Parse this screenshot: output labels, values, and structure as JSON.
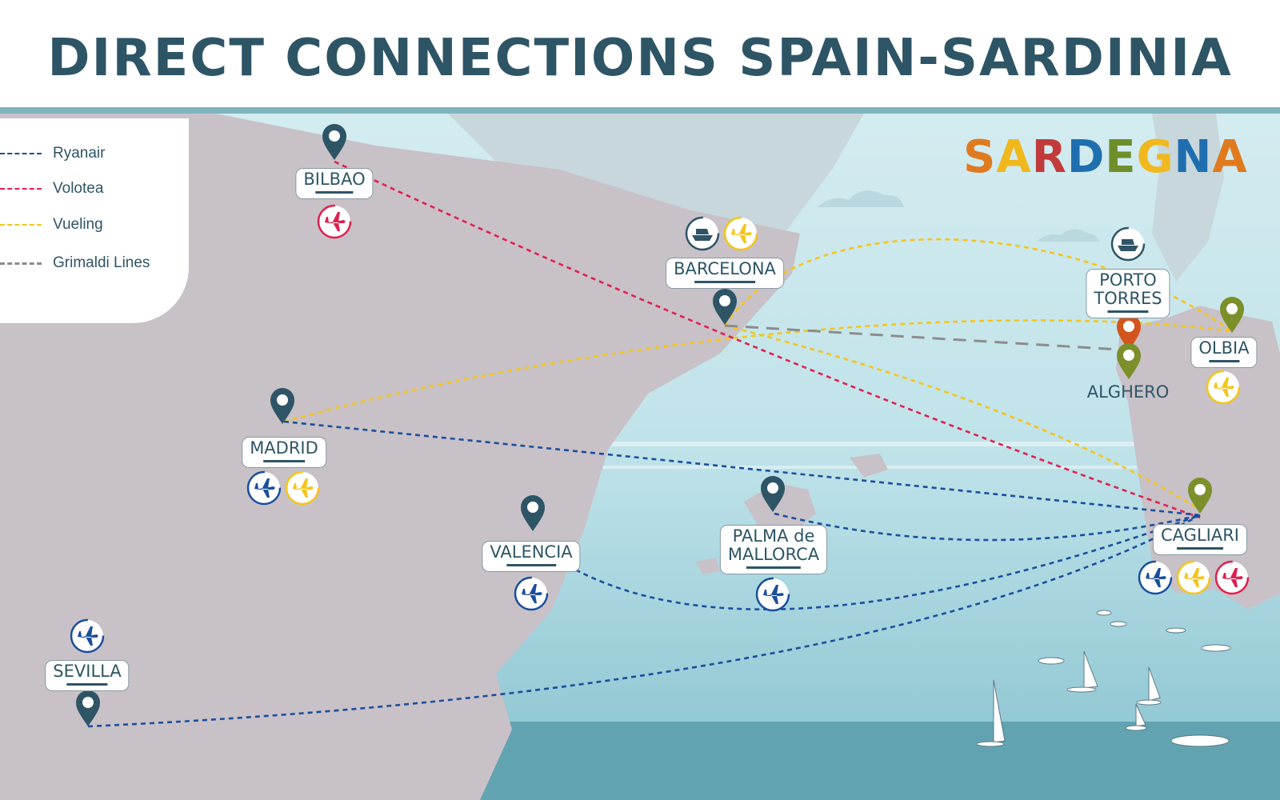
{
  "title": "DIRECT CONNECTIONS  SPAIN-SARDINIA",
  "logo": {
    "text": "SARDEGNA",
    "letter_colors": [
      "#e07a1f",
      "#f0b81c",
      "#c23b3b",
      "#1f6fb0",
      "#6e8e2a",
      "#f0b81c",
      "#1f6fb0",
      "#e07a1f"
    ]
  },
  "legend": [
    {
      "label": "Ryanair",
      "color": "#1a4f9c",
      "dash": "6,5"
    },
    {
      "label": "Volotea",
      "color": "#e0204f",
      "dash": "6,5"
    },
    {
      "label": "Vueling",
      "color": "#f5c518",
      "dash": "6,5"
    },
    {
      "label": "Grimaldi Lines",
      "color": "#8c8c8c",
      "dash": "16,10"
    }
  ],
  "colors": {
    "sea": "#c9e6ec",
    "sea_deep": "#62a3b1",
    "land": "#c8c1c7",
    "ink": "#2e5566",
    "ryanair": "#1a4f9c",
    "volotea": "#e0204f",
    "vueling": "#f5c518",
    "grimaldi": "#8c8c8c"
  },
  "cities": [
    {
      "id": "bilbao",
      "label": "BILBAO",
      "boxed": true,
      "icons": [
        "volotea"
      ]
    },
    {
      "id": "barcelona",
      "label": "BARCELONA",
      "boxed": true,
      "icons": [
        "ferry",
        "vueling"
      ]
    },
    {
      "id": "madrid",
      "label": "MADRID",
      "boxed": true,
      "icons": [
        "ryanair",
        "vueling"
      ]
    },
    {
      "id": "valencia",
      "label": "VALENCIA",
      "boxed": true,
      "icons": [
        "ryanair"
      ]
    },
    {
      "id": "palma",
      "label": "PALMA de MALLORCA",
      "label_lines": [
        "PALMA de",
        "MALLORCA"
      ],
      "boxed": true,
      "icons": [
        "ryanair"
      ]
    },
    {
      "id": "sevilla",
      "label": "SEVILLA",
      "boxed": true,
      "icons": [
        "ryanair"
      ]
    },
    {
      "id": "porto_torres",
      "label": "PORTO TORRES",
      "label_lines": [
        "PORTO",
        "TORRES"
      ],
      "boxed": true,
      "icons": [
        "ferry"
      ]
    },
    {
      "id": "alghero",
      "label": "ALGHERO",
      "boxed": false,
      "icons": []
    },
    {
      "id": "olbia",
      "label": "OLBIA",
      "boxed": true,
      "icons": [
        "vueling"
      ]
    },
    {
      "id": "cagliari",
      "label": "CAGLIARI",
      "boxed": true,
      "icons": [
        "ryanair",
        "vueling",
        "volotea"
      ]
    }
  ],
  "routes": [
    {
      "carrier": "volotea",
      "from": "bilbao",
      "to": "cagliari"
    },
    {
      "carrier": "vueling",
      "from": "madrid",
      "to": "olbia"
    },
    {
      "carrier": "vueling",
      "from": "barcelona",
      "to": "cagliari"
    },
    {
      "carrier": "vueling",
      "from": "barcelona",
      "to": "olbia"
    },
    {
      "carrier": "grimaldi",
      "from": "barcelona",
      "to": "porto_torres"
    },
    {
      "carrier": "ryanair",
      "from": "madrid",
      "to": "cagliari"
    },
    {
      "carrier": "ryanair",
      "from": "palma",
      "to": "cagliari"
    },
    {
      "carrier": "ryanair",
      "from": "valencia",
      "to": "cagliari"
    },
    {
      "carrier": "ryanair",
      "from": "sevilla",
      "to": "cagliari"
    }
  ]
}
